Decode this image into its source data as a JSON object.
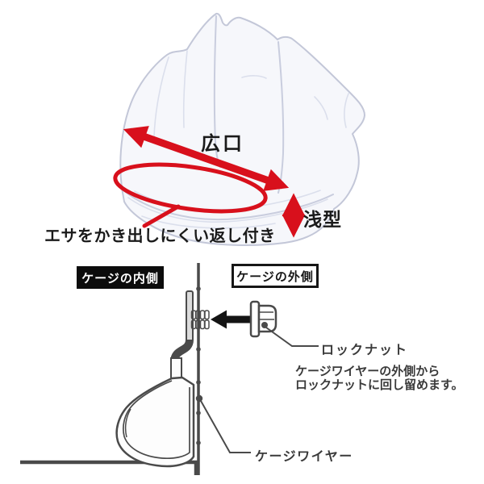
{
  "colors": {
    "red": "#d8101c",
    "diagram": "#4a4a4a",
    "text": "#1a1a1a",
    "note_text": "#3a3a3a"
  },
  "top_figure": {
    "wide_mouth_label": "広口",
    "shallow_label": "浅型",
    "lip_note": "エサをかき出しにくい返し付き"
  },
  "bottom_figure": {
    "inside_label": "ケージの内側",
    "outside_label": "ケージの外側",
    "locknut_label": "ロックナット",
    "note_line1": "ケージワイヤーの外側から",
    "note_line2": "ロックナットに回し留めます。",
    "wire_label": "ケージワイヤー"
  }
}
